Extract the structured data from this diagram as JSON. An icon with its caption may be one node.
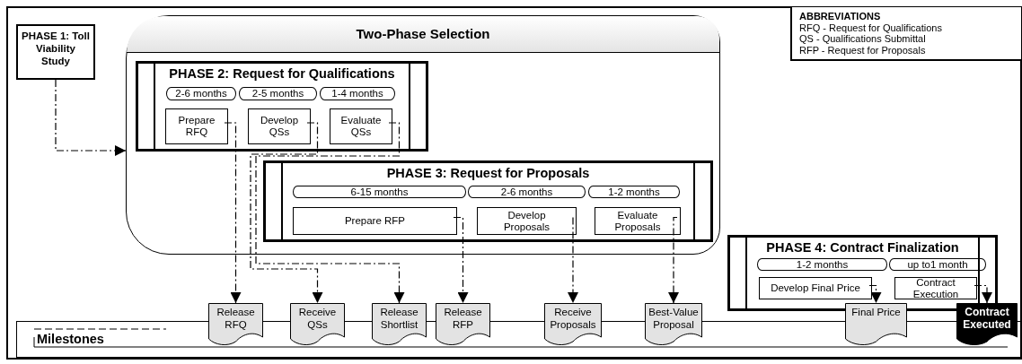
{
  "diagram": {
    "nodes": [
      {
        "text": [
          "PHASE 1: Toll Viability Study"
        ]
      },
      {
        "text": [
          "Two-Phase Selection"
        ]
      },
      {
        "text": [
          "PHASE 2: Request for Qualifications"
        ],
        "in": 1
      },
      {
        "text": [
          "2-6 months"
        ],
        "in": 2
      },
      {
        "text": [
          "2-5 months"
        ],
        "in": 2
      },
      {
        "text": [
          "1-4 months"
        ],
        "in": 2
      },
      {
        "text": [
          "Prepare RFQ"
        ],
        "in": 2
      },
      {
        "text": [
          "Develop QSs"
        ],
        "in": 2
      },
      {
        "text": [
          "Evaluate QSs"
        ],
        "in": 2
      },
      {
        "text": [
          "PHASE 3: Request for Proposals"
        ],
        "in": 1
      },
      {
        "text": [
          "6-15 months"
        ],
        "in": 9
      },
      {
        "text": [
          "2-6 months"
        ],
        "in": 9
      },
      {
        "text": [
          "1-2 months"
        ],
        "in": 9
      },
      {
        "text": [
          "Prepare RFP"
        ],
        "in": 9
      },
      {
        "text": [
          "Develop Proposals"
        ],
        "in": 9
      },
      {
        "text": [
          "Evaluate Proposals"
        ],
        "in": 9
      },
      {
        "text": [
          "PHASE 4: Contract Finalization"
        ]
      },
      {
        "text": [
          "1-2 months"
        ],
        "in": 16
      },
      {
        "text": [
          "up to1 month"
        ],
        "in": 16
      },
      {
        "text": [
          "Develop Final Price"
        ],
        "in": 16
      },
      {
        "text": [
          "Contract Execution"
        ],
        "in": 16
      },
      {
        "text": [
          "ABBREVIATIONS",
          "RFQ - Request for Qualifications",
          "QS - Qualifications Submittal",
          "RFP - Request for Proposals"
        ]
      },
      {
        "text": [
          "Milestones"
        ]
      },
      {
        "text": [
          "Release RFQ"
        ]
      },
      {
        "text": [
          "Receive QSs"
        ]
      },
      {
        "text": [
          "Release Shortlist"
        ]
      },
      {
        "text": [
          "Release RFP"
        ]
      },
      {
        "text": [
          "Receive Proposals"
        ]
      },
      {
        "text": [
          "Best-Value Proposal"
        ]
      },
      {
        "text": [
          "Final Price"
        ]
      },
      {
        "text": [
          "Contract Executed"
        ]
      }
    ],
    "edges": [
      {
        "from": 0,
        "to": 1,
        "arrow": "to",
        "style": "dashed"
      },
      {
        "from": 6,
        "to": 23,
        "arrow": "to",
        "style": "dashed"
      },
      {
        "from": 7,
        "to": 24,
        "arrow": "to",
        "style": "dashed"
      },
      {
        "from": 8,
        "to": 25,
        "arrow": "to",
        "style": "dashed"
      },
      {
        "from": 13,
        "to": 26,
        "arrow": "to",
        "style": "dashed"
      },
      {
        "from": 14,
        "to": 27,
        "arrow": "to",
        "style": "dashed"
      },
      {
        "from": 15,
        "to": 28,
        "arrow": "to",
        "style": "dashed"
      },
      {
        "from": 19,
        "to": 29,
        "arrow": "to",
        "style": "dashed"
      },
      {
        "from": 20,
        "to": 30,
        "arrow": "to",
        "style": "dashed"
      }
    ]
  }
}
